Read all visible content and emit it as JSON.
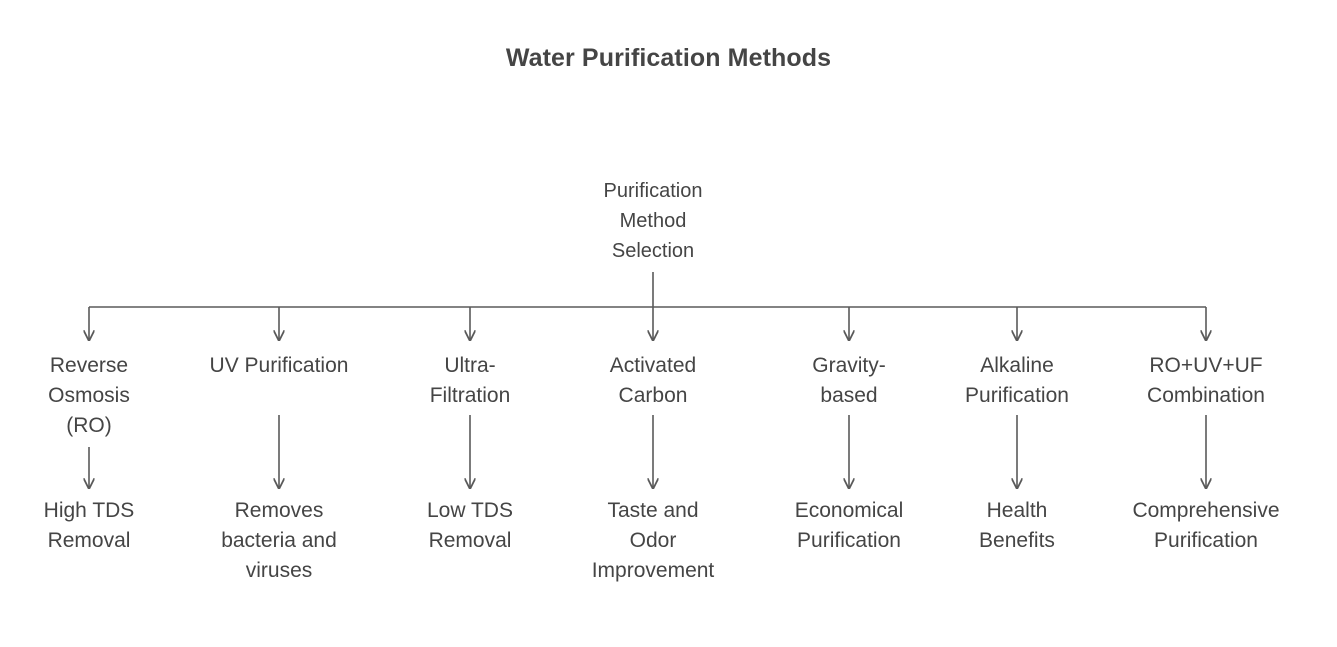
{
  "title": "Water Purification Methods",
  "theme": {
    "background": "#ffffff",
    "text_color": "#454545",
    "edge_color": "#5a5a5a"
  },
  "root": {
    "label": "Purification\nMethod\nSelection"
  },
  "branches": [
    {
      "method": "Reverse\nOsmosis\n(RO)",
      "outcome": "High TDS\nRemoval"
    },
    {
      "method": "UV Purification",
      "outcome": "Removes\nbacteria and\nviruses"
    },
    {
      "method": "Ultra-\nFiltration",
      "outcome": "Low TDS\nRemoval"
    },
    {
      "method": "Activated\nCarbon",
      "outcome": "Taste and\nOdor\nImprovement"
    },
    {
      "method": "Gravity-\nbased",
      "outcome": "Economical\nPurification"
    },
    {
      "method": "Alkaline\nPurification",
      "outcome": "Health\nBenefits"
    },
    {
      "method": "RO+UV+UF\nCombination",
      "outcome": "Comprehensive\nPurification"
    }
  ]
}
